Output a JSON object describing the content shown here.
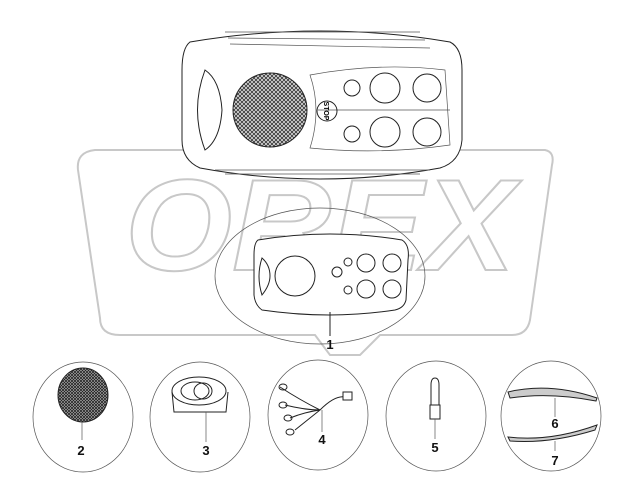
{
  "diagram": {
    "watermark": "OREX",
    "stop_button_text": "STOP",
    "callouts": [
      "1",
      "2",
      "3",
      "4",
      "5",
      "6",
      "7"
    ],
    "colors": {
      "line": "#222222",
      "watermark": "#c8c8c8",
      "mesh": "#555555",
      "background": "#ffffff"
    }
  }
}
